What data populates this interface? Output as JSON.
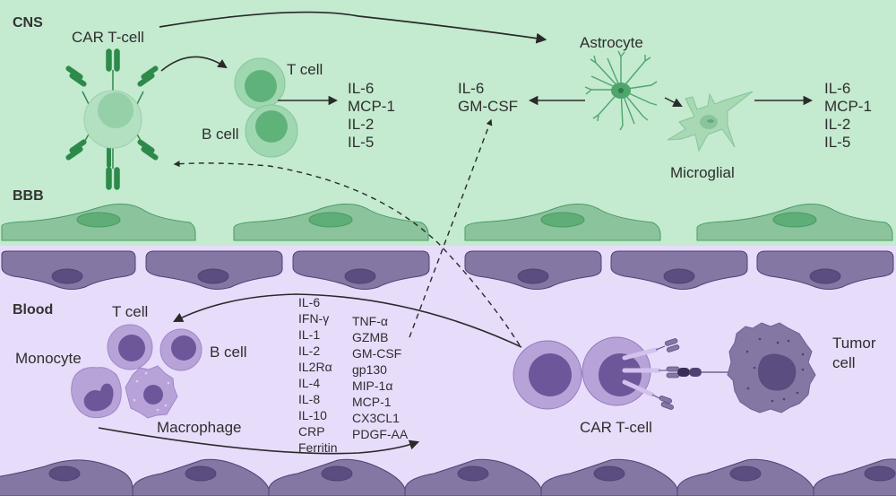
{
  "title": "CAR T-cell cytokine release: CNS, BBB and Blood",
  "regions": {
    "cns": "CNS",
    "bbb": "BBB",
    "blood": "Blood"
  },
  "colors": {
    "cns_bg": "#c4ead0",
    "blood_bg": "#e8dcfb",
    "green_cell": "#8bc49c",
    "green_dark": "#2e8a4b",
    "purple_cell": "#8577a4",
    "purple_nucleus": "#5c4d80",
    "text": "#2e2e2e"
  },
  "cns": {
    "car_t_label": "CAR T-cell",
    "t_cell_label": "T cell",
    "b_cell_label": "B cell",
    "lymphocyte_cytokines": [
      "IL-6",
      "MCP-1",
      "IL-2",
      "IL-5"
    ],
    "astrocyte_label": "Astrocyte",
    "microglial_label": "Microglial",
    "astrocyte_cytokines": [
      "IL-6",
      "GM-CSF"
    ],
    "microglial_cytokines": [
      "IL-6",
      "MCP-1",
      "IL-2",
      "IL-5"
    ]
  },
  "blood": {
    "t_cell_label": "T cell",
    "b_cell_label": "B cell",
    "monocyte_label": "Monocyte",
    "macrophage_label": "Macrophage",
    "car_t_label": "CAR T-cell",
    "tumor_label_line1": "Tumor",
    "tumor_label_line2": "cell",
    "cytokines_col1": [
      "IL-6",
      "IFN-γ",
      "IL-1",
      "IL-2",
      "IL2Rα",
      "IL-4",
      "IL-8",
      "IL-10",
      "CRP",
      "Ferritin"
    ],
    "cytokines_col2": [
      "TNF-α",
      "GZMB",
      "GM-CSF",
      "gp130",
      "MIP-1α",
      "MCP-1",
      "CX3CL1",
      "PDGF-AA"
    ]
  }
}
